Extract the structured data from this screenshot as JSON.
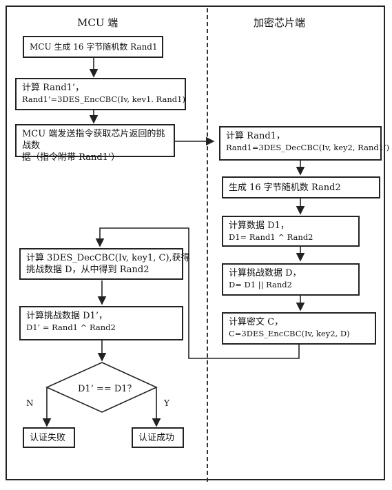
{
  "columns": {
    "mcu_title": "MCU 端",
    "chip_title": "加密芯片端"
  },
  "mcu_steps": {
    "gen_rand1": "MCU 生成 16 字节随机数 Rand1",
    "calc_rand1p_l1": "计算 Rand1’，",
    "calc_rand1p_l2": "Rand1’=3DES_EncCBC(Iv, kev1. Rand1)",
    "send_l1": "MCU 端发送指令获取芯片返回的挑战数",
    "send_l2": "据（指令附带 Rand1’）",
    "decrypt_l1": "计算 3DES_DecCBC(Iv, key1, C),获得",
    "decrypt_l2": "挑战数据 D，从中得到 Rand2",
    "calc_d1p_l1": "计算挑战数据 D1’，",
    "calc_d1p_l2": "D1’ = Rand1 ^ Rand2",
    "decision": "D1’ == D1？",
    "no_label": "N",
    "yes_label": "Y",
    "fail": "认证失败",
    "success": "认证成功"
  },
  "chip_steps": {
    "calc_rand1_l1": "计算 Rand1，",
    "calc_rand1_l2": "Rand1=3DES_DecCBC(Iv, key2, Rand1’)",
    "gen_rand2": "生成 16 字节随机数 Rand2",
    "calc_d1_l1": "计算数据 D1，",
    "calc_d1_l2": "D1= Rand1 ^ Rand2",
    "calc_d_l1": "计算挑战数据 D，",
    "calc_d_l2": "D= D1 || Rand2",
    "calc_c_l1": "计算密文 C，",
    "calc_c_l2": "C=3DES_EncCBC(Iv, key2, D)"
  }
}
